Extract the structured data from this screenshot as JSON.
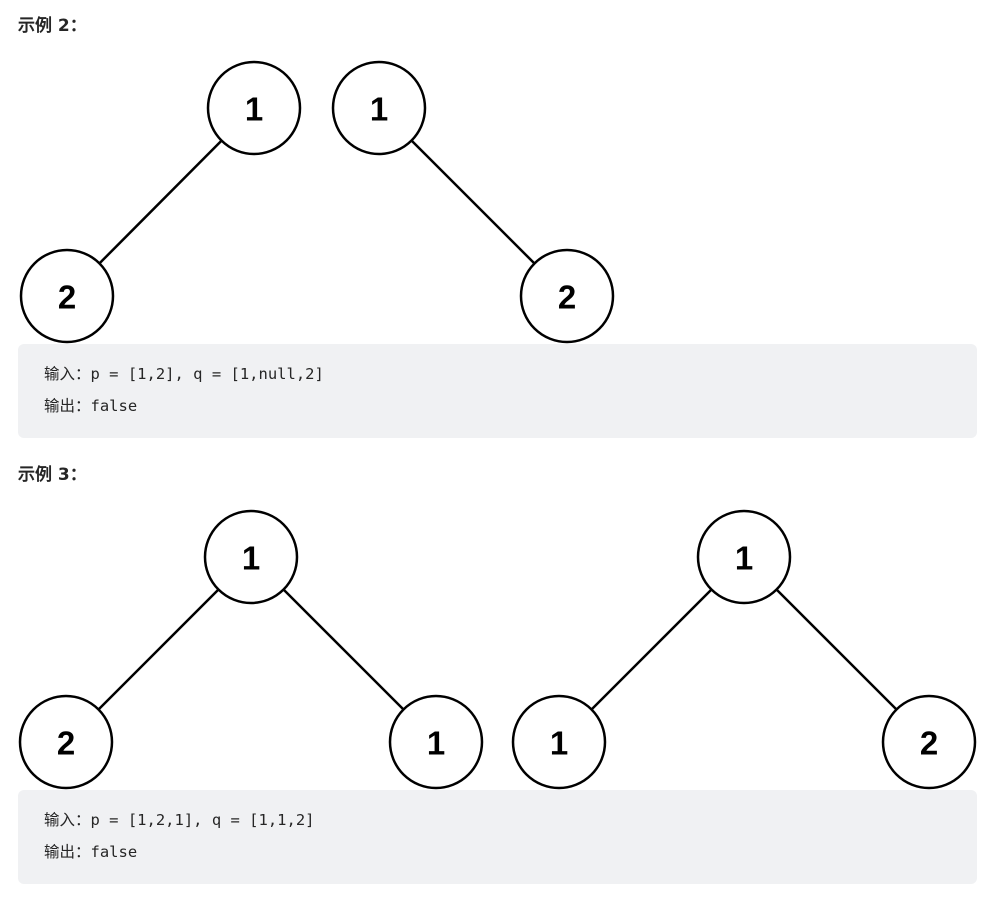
{
  "examples": [
    {
      "heading": "示例 2：",
      "input_label": "输入：",
      "input_value": "p = [1,2], q = [1,null,2]",
      "output_label": "输出：",
      "output_value": "false",
      "trees": [
        {
          "nodes": [
            {
              "id": "a",
              "value": "1"
            },
            {
              "id": "b",
              "value": "2"
            }
          ],
          "edges": [
            [
              "a",
              "b"
            ]
          ]
        },
        {
          "nodes": [
            {
              "id": "a",
              "value": "1"
            },
            {
              "id": "b",
              "value": "2"
            }
          ],
          "edges": [
            [
              "a",
              "b"
            ]
          ]
        }
      ]
    },
    {
      "heading": "示例 3：",
      "input_label": "输入：",
      "input_value": "p = [1,2,1], q = [1,1,2]",
      "output_label": "输出：",
      "output_value": "false",
      "trees": [
        {
          "nodes": [
            {
              "id": "a",
              "value": "1"
            },
            {
              "id": "b",
              "value": "2"
            },
            {
              "id": "c",
              "value": "1"
            }
          ],
          "edges": [
            [
              "a",
              "b"
            ],
            [
              "a",
              "c"
            ]
          ]
        },
        {
          "nodes": [
            {
              "id": "a",
              "value": "1"
            },
            {
              "id": "b",
              "value": "1"
            },
            {
              "id": "c",
              "value": "2"
            }
          ],
          "edges": [
            [
              "a",
              "b"
            ],
            [
              "a",
              "c"
            ]
          ]
        }
      ]
    }
  ]
}
